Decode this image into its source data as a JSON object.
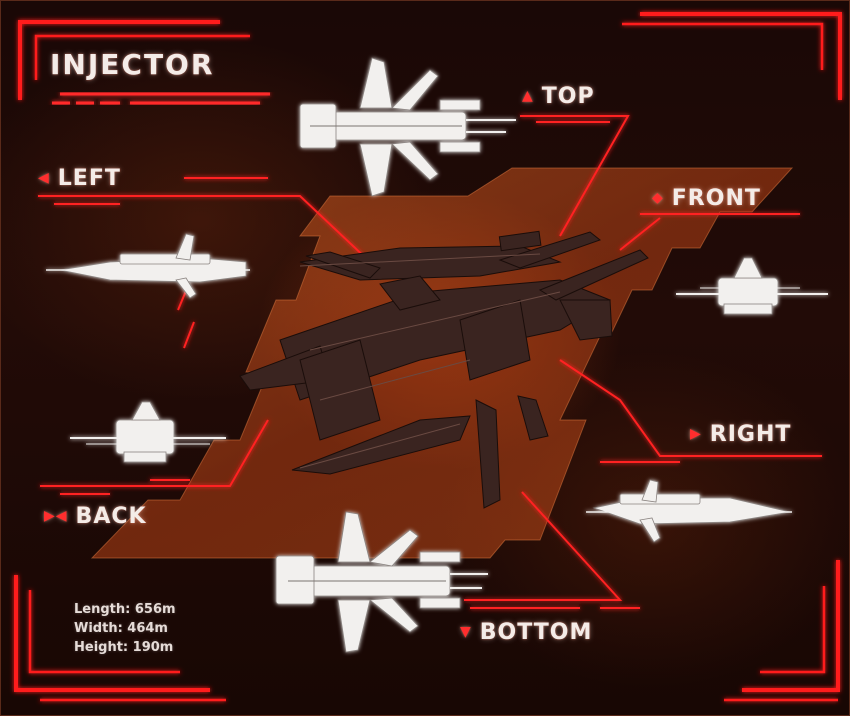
{
  "ship_name": "INJECTOR",
  "views": {
    "top": "TOP",
    "left": "LEFT",
    "front": "FRONT",
    "right": "RIGHT",
    "back": "BACK",
    "bottom": "BOTTOM"
  },
  "specs": {
    "length": "Length: 656m",
    "width": "Width: 464m",
    "height": "Height: 190m"
  },
  "colors": {
    "accent": "#ff1e1e",
    "panel": "#c2501e",
    "text": "#f4ece8"
  }
}
